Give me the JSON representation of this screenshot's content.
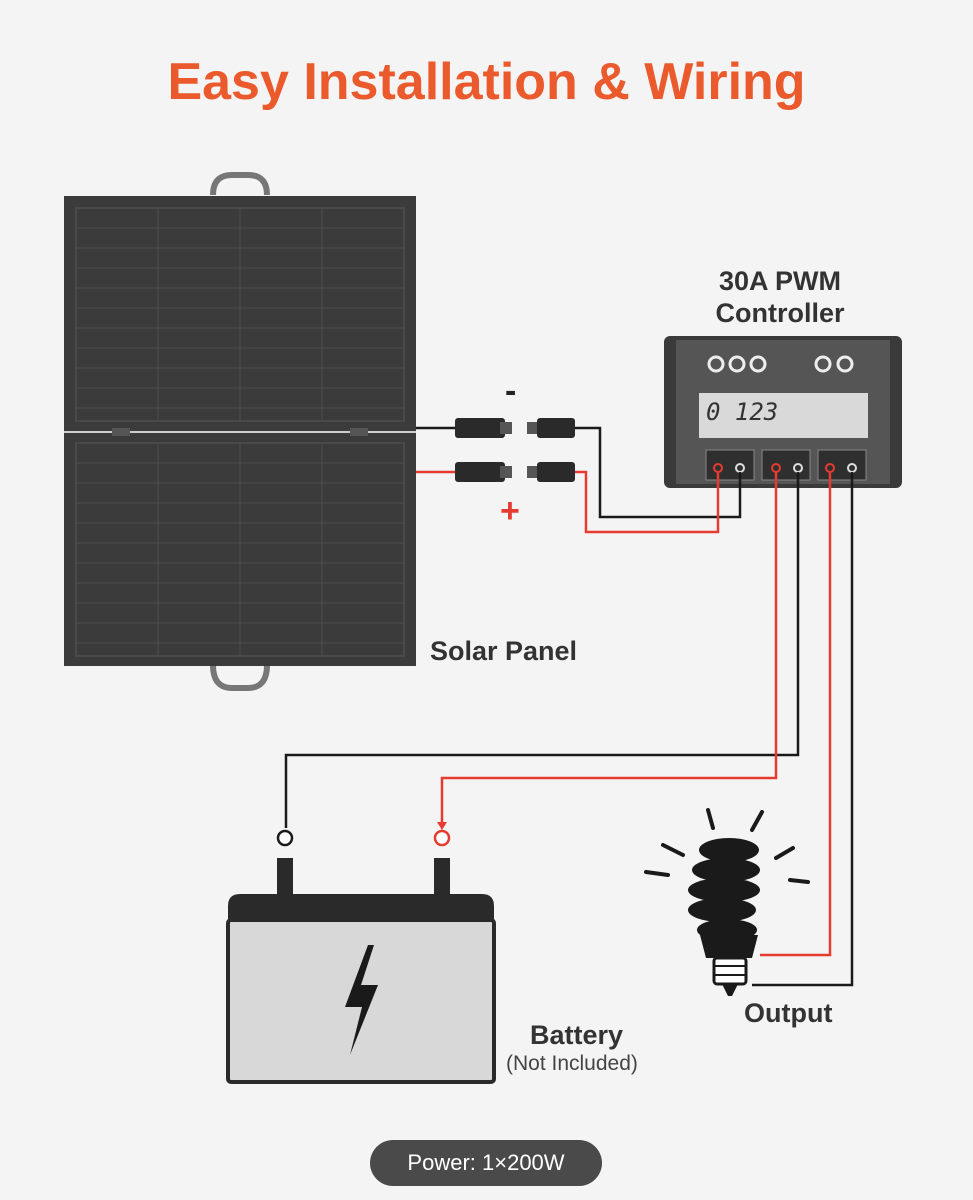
{
  "header": {
    "title": "Easy Installation & Wiring"
  },
  "controller": {
    "label": "30A PWM Controller",
    "display_text": "0 123"
  },
  "solar_panel": {
    "label": "Solar Panel",
    "negative_sign": "-",
    "positive_sign": "+"
  },
  "battery": {
    "label": "Battery",
    "note": "(Not Included)"
  },
  "output": {
    "label": "Output"
  },
  "footer": {
    "power_badge": "Power: 1×200W"
  },
  "colors": {
    "title": "#ea5a2c",
    "positive_wire": "#e63b2e",
    "negative_wire": "#1a1a1a",
    "panel": "#3b3b3b",
    "controller": "#3a3a3a",
    "lcd": "#d9d9d9"
  }
}
